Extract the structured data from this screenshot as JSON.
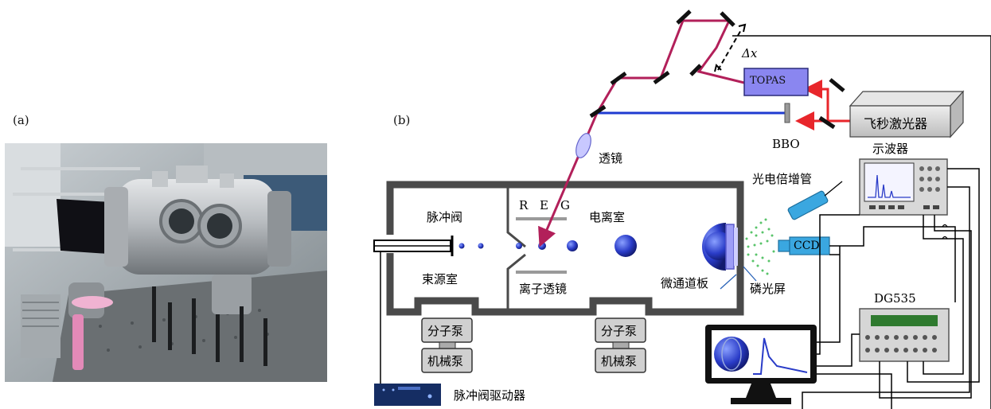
{
  "panel_a": {
    "label": "(a)"
  },
  "panel_b": {
    "label": "(b)"
  },
  "labels": {
    "topas": "TOPAS",
    "delta_x": "Δx",
    "fs_laser": "飞秒激光器",
    "bbo": "BBO",
    "oscilloscope": "示波器",
    "lens": "透镜",
    "pmt": "光电倍增管",
    "ccd": "CCD",
    "pulse_valve": "脉冲阀",
    "ionization_chamber": "电离室",
    "beam_source_chamber": "束源室",
    "ion_lens": "离子透镜",
    "mcp": "微通道板",
    "phosphor": "磷光屏",
    "electrode_r": "R",
    "electrode_e": "E",
    "electrode_g": "G",
    "dg535": "DG535",
    "molecular_pump_1": "分子泵",
    "mechanical_pump_1": "机械泵",
    "molecular_pump_2": "分子泵",
    "mechanical_pump_2": "机械泵",
    "valve_driver": "脉冲阀驱动器"
  },
  "colors": {
    "red_beam": "#e8262b",
    "magenta_beam": "#b2205a",
    "blue_beam": "#1f3bd1",
    "topas_box": "#8a86f0",
    "ccd_box": "#3aa7e0",
    "pump_box": "#d0d0d0",
    "chamber_wall": "#4a4a4a"
  }
}
